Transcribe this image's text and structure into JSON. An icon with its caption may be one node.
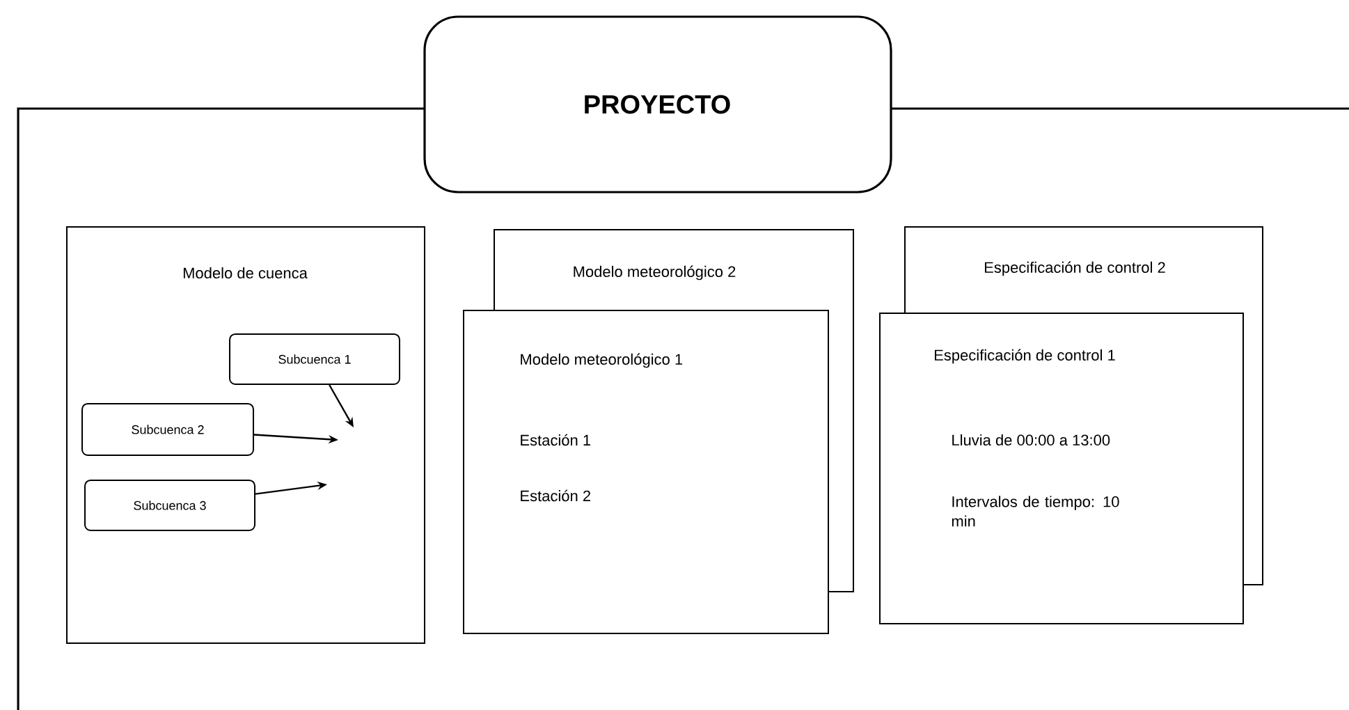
{
  "diagram": {
    "nodes": [
      {
        "text": [
          "PROYECTO"
        ]
      },
      {
        "text": [
          "Modelo de cuenca"
        ]
      },
      {
        "text": [
          "Subcuenca 1"
        ],
        "in": 1
      },
      {
        "text": [
          "Subcuenca 2"
        ],
        "in": 1
      },
      {
        "text": [
          "Subcuenca 3"
        ],
        "in": 1
      },
      {
        "text": [
          "Modelo meteorológico 2"
        ]
      },
      {
        "text": [
          "Modelo meteorológico 1",
          "Estación 1",
          "Estación 2"
        ]
      },
      {
        "text": [
          "Especificación de control 2"
        ]
      },
      {
        "text": [
          "Especificación de control 1",
          "Lluvia de 00:00 a 13:00",
          "Intervalos de tiempo: 10 min"
        ]
      }
    ],
    "edges": [
      {
        "from": 2,
        "to": null,
        "arrow": "to"
      },
      {
        "from": 3,
        "to": null,
        "arrow": "to"
      },
      {
        "from": 4,
        "to": null,
        "arrow": "to"
      }
    ]
  }
}
